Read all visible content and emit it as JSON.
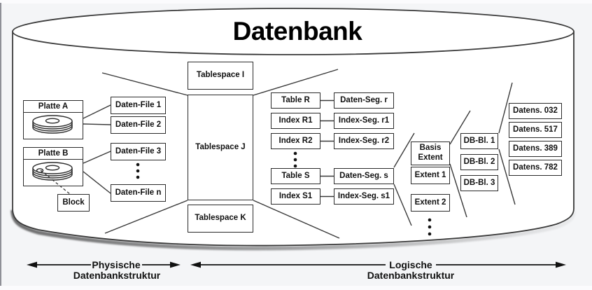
{
  "title": "Datenbank",
  "physical": {
    "disks": [
      {
        "label": "Platte A"
      },
      {
        "label": "Platte B"
      }
    ],
    "block_label": "Block",
    "data_files": [
      "Daten-File 1",
      "Daten-File 2",
      "Daten-File 3",
      "Daten-File n"
    ]
  },
  "tablespaces": [
    "Tablespace I",
    "Tablespace J",
    "Tablespace K"
  ],
  "logical": {
    "table_rows": [
      {
        "object": "Table R",
        "segment": "Daten-Seg. r"
      },
      {
        "object": "Index R1",
        "segment": "Index-Seg. r1"
      },
      {
        "object": "Index R2",
        "segment": "Index-Seg. r2"
      },
      {
        "object": "Table S",
        "segment": "Daten-Seg. s"
      },
      {
        "object": "Index S1",
        "segment": "Index-Seg. s1"
      }
    ],
    "extents": [
      "Basis Extent",
      "Extent 1",
      "Extent 2"
    ],
    "db_blocks": [
      "DB-Bl. 1",
      "DB-Bl. 2",
      "DB-Bl. 3"
    ],
    "records": [
      "Datens. 032",
      "Datens. 517",
      "Datens. 389",
      "Datens. 782"
    ]
  },
  "footer": {
    "physical": {
      "line1": "Physische",
      "line2": "Datenbankstruktur"
    },
    "logical": {
      "line1": "Logische",
      "line2": "Datenbankstruktur"
    }
  },
  "colors": {
    "background": "#f4f5f7",
    "cylinder_fill": "#ffffff",
    "ink": "#2b2b2b"
  }
}
